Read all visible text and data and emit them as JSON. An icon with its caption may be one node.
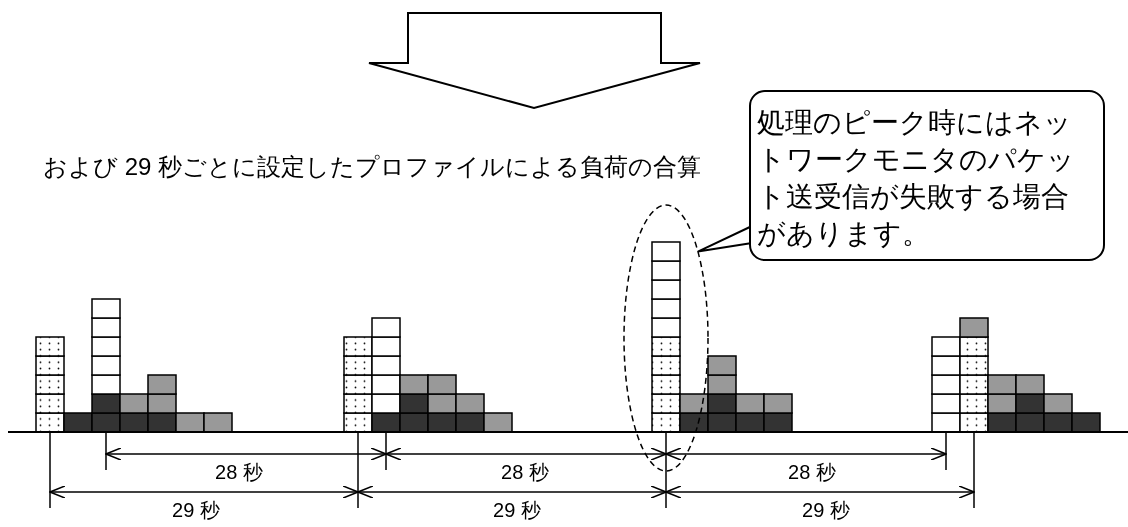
{
  "diagram": {
    "nodes": [
      {
        "text": [
          "処理のピーク時にはネットワークモニタのパケット送受信が失敗する場合があります。"
        ]
      },
      {
        "text": [],
        "shape": "ellipse"
      }
    ],
    "edges": [
      {
        "from": 0,
        "to": 1,
        "arrow": "none"
      }
    ],
    "labels": [
      "および 29 秒ごとに設定したプロファイルによる負荷の合算",
      "28 秒",
      "28 秒",
      "28 秒",
      "29 秒",
      "29 秒",
      "29 秒"
    ]
  }
}
